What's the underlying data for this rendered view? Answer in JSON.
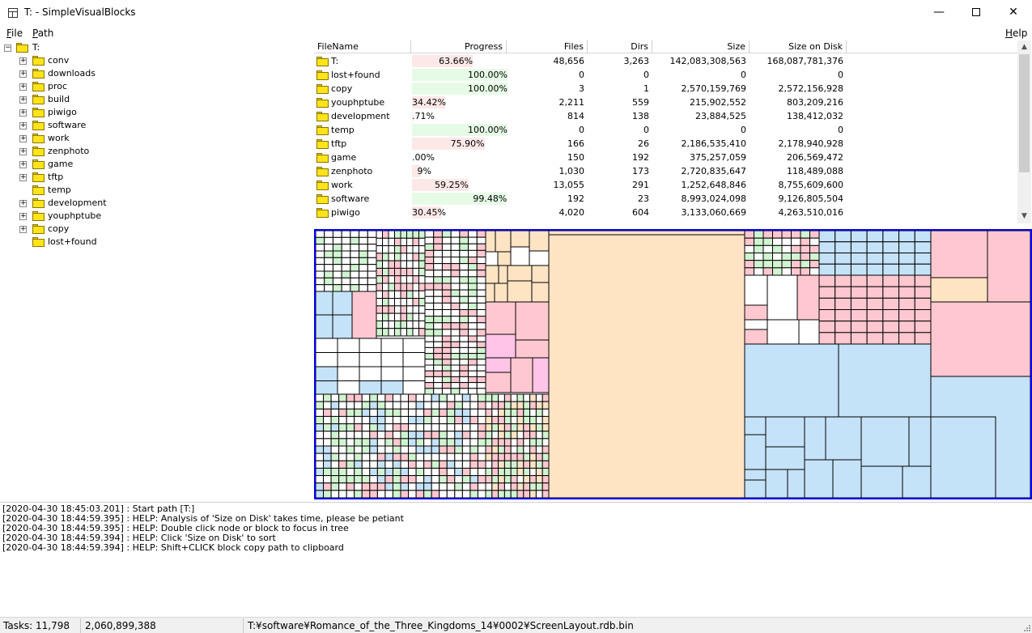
{
  "window": {
    "title": "T: - SimpleVisualBlocks",
    "minimize": "—",
    "close": "✕"
  },
  "menu": {
    "file_hotkey": "F",
    "file_rest": "ile",
    "path_hotkey": "P",
    "path_rest": "ath",
    "help_hotkey": "H",
    "help_rest": "elp"
  },
  "tree": {
    "root": {
      "label": "T:",
      "expander": "−"
    },
    "items": [
      {
        "label": "conv",
        "expander": "+"
      },
      {
        "label": "downloads",
        "expander": "+"
      },
      {
        "label": "proc",
        "expander": "+"
      },
      {
        "label": "build",
        "expander": "+"
      },
      {
        "label": "piwigo",
        "expander": "+"
      },
      {
        "label": "software",
        "expander": "+"
      },
      {
        "label": "work",
        "expander": "+"
      },
      {
        "label": "zenphoto",
        "expander": "+"
      },
      {
        "label": "game",
        "expander": "+"
      },
      {
        "label": "tftp",
        "expander": "+"
      },
      {
        "label": "temp",
        "expander": ""
      },
      {
        "label": "development",
        "expander": "+"
      },
      {
        "label": "youphptube",
        "expander": "+"
      },
      {
        "label": "copy",
        "expander": "+"
      },
      {
        "label": "lost+found",
        "expander": ""
      }
    ]
  },
  "list": {
    "columns": {
      "filename": "FileName",
      "progress": "Progress",
      "files": "Files",
      "dirs": "Dirs",
      "size": "Size",
      "size_on_disk": "Size on Disk"
    },
    "rows": [
      {
        "name": "T:",
        "progress": "63.66%",
        "progress_value": 0.6366,
        "files": "48,656",
        "dirs": "3,263",
        "size": "142,083,308,563",
        "size_on_disk": "168,087,781,376"
      },
      {
        "name": "lost+found",
        "progress": "100.00%",
        "progress_value": 1.0,
        "files": "0",
        "dirs": "0",
        "size": "0",
        "size_on_disk": "0"
      },
      {
        "name": "copy",
        "progress": "100.00%",
        "progress_value": 1.0,
        "files": "3",
        "dirs": "1",
        "size": "2,570,159,769",
        "size_on_disk": "2,572,156,928"
      },
      {
        "name": "youphptube",
        "progress": "34.42%",
        "progress_value": 0.3442,
        "files": "2,211",
        "dirs": "559",
        "size": "215,902,552",
        "size_on_disk": "803,209,216"
      },
      {
        "name": "development",
        "progress": ".71%",
        "progress_value": 0.0071,
        "files": "814",
        "dirs": "138",
        "size": "23,884,525",
        "size_on_disk": "138,412,032"
      },
      {
        "name": "temp",
        "progress": "100.00%",
        "progress_value": 1.0,
        "files": "0",
        "dirs": "0",
        "size": "0",
        "size_on_disk": "0"
      },
      {
        "name": "tftp",
        "progress": "75.90%",
        "progress_value": 0.759,
        "files": "166",
        "dirs": "26",
        "size": "2,186,535,410",
        "size_on_disk": "2,178,940,928"
      },
      {
        "name": "game",
        "progress": ".00%",
        "progress_value": 0.0,
        "files": "150",
        "dirs": "192",
        "size": "375,257,059",
        "size_on_disk": "206,569,472"
      },
      {
        "name": "zenphoto",
        "progress": "9%",
        "progress_value": 0.09,
        "files": "1,030",
        "dirs": "173",
        "size": "2,720,835,647",
        "size_on_disk": "118,489,088"
      },
      {
        "name": "work",
        "progress": "59.25%",
        "progress_value": 0.5925,
        "files": "13,055",
        "dirs": "291",
        "size": "1,252,648,846",
        "size_on_disk": "8,755,609,600"
      },
      {
        "name": "software",
        "progress": "99.48%",
        "progress_value": 0.9948,
        "files": "192",
        "dirs": "23",
        "size": "8,993,024,098",
        "size_on_disk": "9,126,805,504"
      },
      {
        "name": "piwigo",
        "progress": "30.45%",
        "progress_value": 0.3045,
        "files": "4,020",
        "dirs": "604",
        "size": "3,133,060,669",
        "size_on_disk": "4,263,510,016"
      }
    ],
    "scroll_up": "▲",
    "scroll_down": "▼"
  },
  "colors": {
    "progress_red": "#fde8e8",
    "progress_green": "#e6fbe6",
    "treemap_border": "#0000ee",
    "block_peach": "#ffe4c4",
    "block_pink": "#ffc8d0",
    "block_blue": "#c4e2f8",
    "block_magenta": "#ffc4e8",
    "block_green": "#d0f4d0",
    "block_white": "#ffffff"
  },
  "log": [
    "[2020-04-30 18:45:03.201] : Start path [T:]",
    "[2020-04-30 18:44:59.395] : HELP: Analysis of 'Size on Disk' takes time, please be petiant",
    "[2020-04-30 18:44:59.395] : HELP: Double click node or block to focus in tree",
    "[2020-04-30 18:44:59.394] : HELP: Click 'Size on Disk' to sort",
    "[2020-04-30 18:44:59.394] : HELP: Shift+CLICK block copy path to clipboard"
  ],
  "status": {
    "tasks": "Tasks: 11,798",
    "size": "2,060,899,388",
    "path": "T:¥software¥Romance_of_the_Three_Kingdoms_14¥0002¥ScreenLayout.rdb.bin"
  }
}
